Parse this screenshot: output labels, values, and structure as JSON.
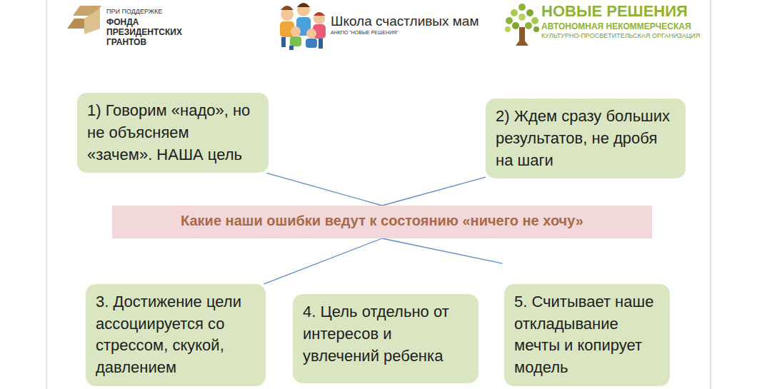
{
  "diagram": {
    "nodes": [
      {
        "text": [
          "1) Говорим «надо», но  не объясняем «зачем». НАША цель"
        ]
      },
      {
        "text": [
          "2)  Ждем сразу больших результатов, не дробя на шаги"
        ]
      },
      {
        "text": [
          "Какие наши ошибки ведут к состоянию «ничего не хочу»"
        ]
      },
      {
        "text": [
          "3. Достижение цели ассоциируется со стрессом, скукой, давлением"
        ]
      },
      {
        "text": [
          "4. Цель отдельно от интересов и увлечений ребенка"
        ]
      },
      {
        "text": [
          "5. Считывает наше откладывание мечты и копирует модель"
        ]
      }
    ],
    "edges": [
      {
        "from": 0,
        "to": 2,
        "arrow": "none"
      },
      {
        "from": 1,
        "to": 2,
        "arrow": "none"
      },
      {
        "from": 2,
        "to": 3,
        "arrow": "none"
      },
      {
        "from": 2,
        "to": 5,
        "arrow": "none"
      }
    ],
    "labels": [
      "ПРИ ПОДДЕРЖКЕ",
      "ФОНДА",
      "ПРЕЗИДЕНТСКИХ",
      "ГРАНТОВ",
      "Школа счастливых мам",
      "АНКПО \"НОВЫЕ РЕШЕНИЯ\"",
      "НОВЫЕ РЕШЕНИЯ",
      "АВТОНОМНАЯ НЕКОММЕРЧЕСКАЯ",
      "КУЛЬТУРНО-ПРОСВЕТИТЕЛЬСКАЯ ОРГАНИЗАЦИЯ"
    ]
  }
}
